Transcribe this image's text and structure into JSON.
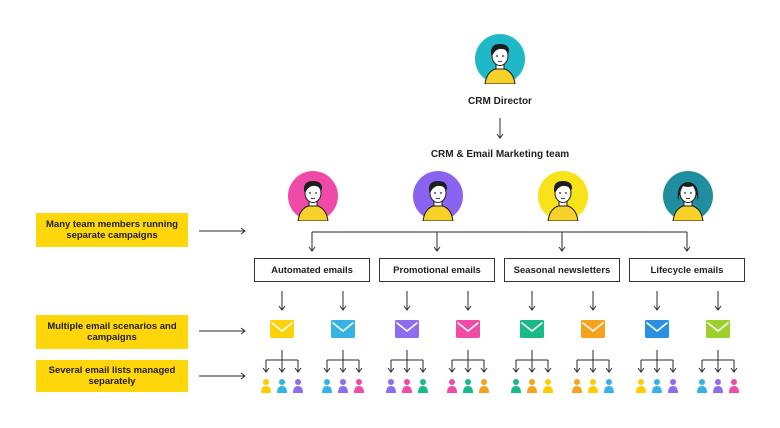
{
  "director": {
    "title": "CRM Director",
    "avatar_color": "#1fb8c9"
  },
  "team": {
    "title": "CRM & Email Marketing team"
  },
  "members": [
    {
      "avatar_color": "#ef4aa8"
    },
    {
      "avatar_color": "#8a63f0"
    },
    {
      "avatar_color": "#f8e21a"
    },
    {
      "avatar_color": "#1f8fa0"
    }
  ],
  "campaign_types": [
    "Automated emails",
    "Promotional emails",
    "Seasonal newsletters",
    "Lifecycle emails"
  ],
  "envelopes": [
    {
      "color": "#fdd20a"
    },
    {
      "color": "#36b3e6"
    },
    {
      "color": "#8f6cf0"
    },
    {
      "color": "#f04ba6"
    },
    {
      "color": "#19b98a"
    },
    {
      "color": "#f7a21b"
    },
    {
      "color": "#2a8fe0"
    },
    {
      "color": "#9cd12d"
    }
  ],
  "list_people_colors": [
    "#ffcc00",
    "#36b3e6",
    "#8f6cf0",
    "#f04ba6",
    "#19b98a",
    "#f7a21b"
  ],
  "notes": {
    "team_members": "Many team members running separate campaigns",
    "scenarios": "Multiple email scenarios and campaigns",
    "lists": "Several email lists managed separately"
  }
}
